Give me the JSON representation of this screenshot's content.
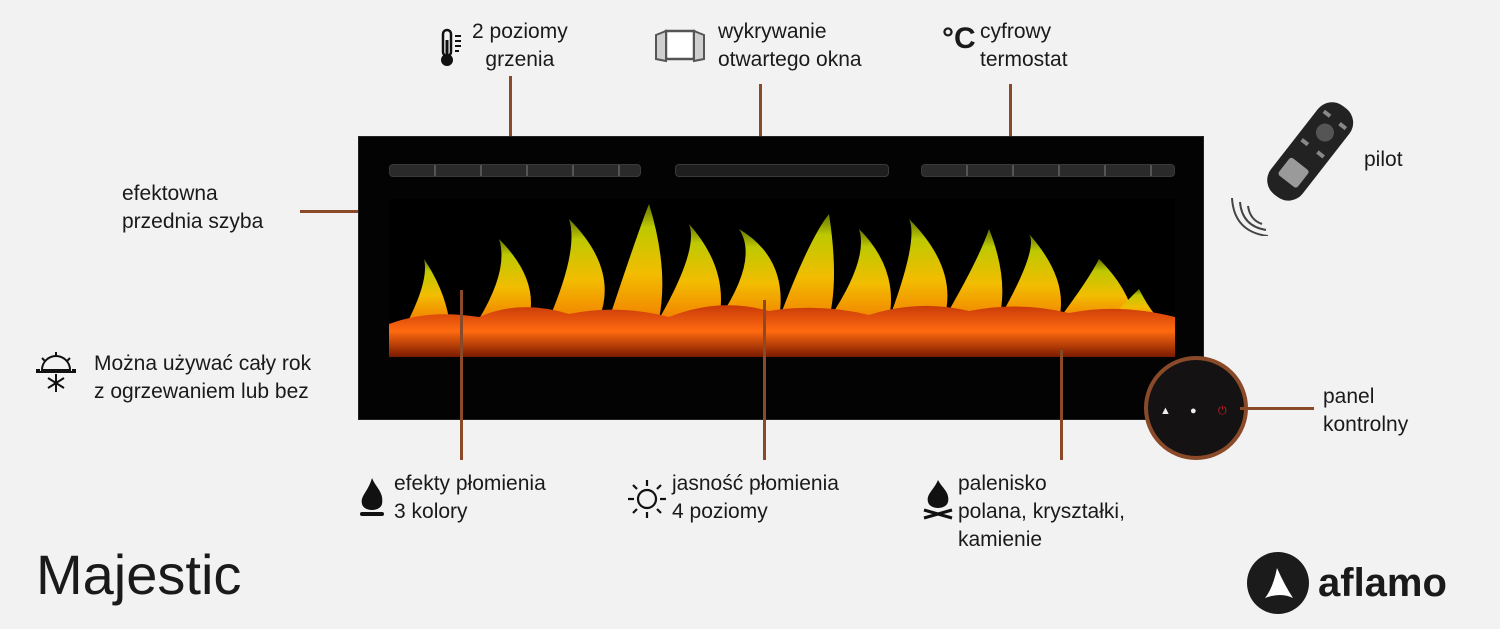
{
  "features": {
    "heating": {
      "line1": "2 poziomy",
      "line2": "grzenia",
      "icon": "thermometer-icon"
    },
    "window_detect": {
      "line1": "wykrywanie",
      "line2": "otwartego okna",
      "icon": "open-window-icon"
    },
    "thermostat": {
      "line1": "cyfrowy",
      "line2": "termostat",
      "icon": "celsius-icon",
      "icon_text": "°C"
    },
    "glass": {
      "line1": "efektowna",
      "line2": "przednia szyba"
    },
    "remote": {
      "label": "pilot",
      "icon": "remote-control-icon"
    },
    "all_year": {
      "line1": "Można używać cały rok",
      "line2": "z ogrzewaniem lub bez",
      "icon": "sun-snowflake-icon"
    },
    "control_panel": {
      "line1": "panel",
      "line2": "kontrolny"
    },
    "flame_colors": {
      "line1": "efekty płomienia",
      "line2": "3 kolory",
      "icon": "flame-icon"
    },
    "brightness": {
      "line1": "jasność płomienia",
      "line2": "4 poziomy",
      "icon": "sun-icon"
    },
    "hearth": {
      "line1": "palenisko",
      "line2": "polana, kryształki,",
      "line3": "kamienie",
      "icon": "campfire-icon"
    }
  },
  "product_name": "Majestic",
  "brand": "aflamo",
  "colors": {
    "accent": "#8a4a2a",
    "background": "#f2f2f2",
    "power": "#d0202a"
  }
}
